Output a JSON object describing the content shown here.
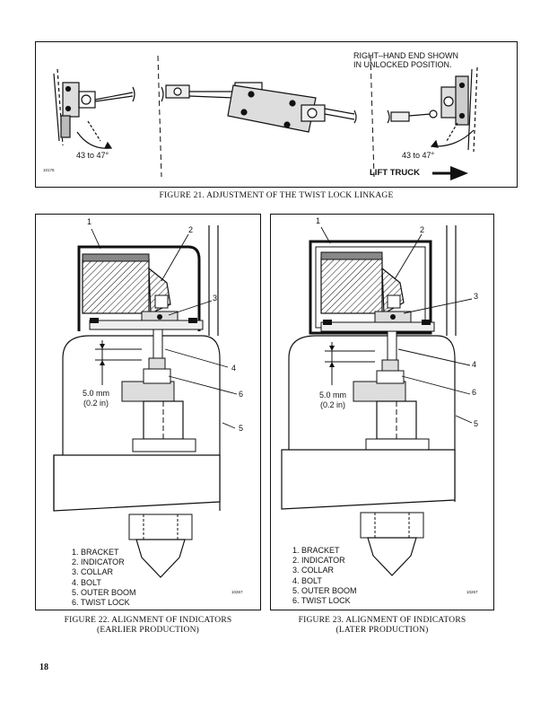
{
  "figure21": {
    "note_line1": "RIGHT–HAND END SHOWN",
    "note_line2": "IN UNLOCKED POSITION.",
    "angle_left": "43 to 47°",
    "angle_right": "43 to 47°",
    "direction_label": "LIFT TRUCK",
    "part_code": "10176",
    "caption": "FIGURE 21. ADJUSTMENT OF THE TWIST LOCK LINKAGE"
  },
  "figure22": {
    "callouts": [
      "1",
      "2",
      "3",
      "4",
      "5",
      "6"
    ],
    "dimension_mm": "5.0 mm",
    "dimension_in": "(0.2 in)",
    "legend": [
      "1. BRACKET",
      "2. INDICATOR",
      "3. COLLAR",
      "4. BOLT",
      "5. OUTER BOOM",
      "6. TWIST LOCK"
    ],
    "part_code": "10267",
    "caption_line1": "FIGURE 22. ALIGNMENT OF INDICATORS",
    "caption_line2": "(EARLIER PRODUCTION)"
  },
  "figure23": {
    "callouts": [
      "1",
      "2",
      "3",
      "4",
      "5",
      "6"
    ],
    "dimension_mm": "5.0 mm",
    "dimension_in": "(0.2 in)",
    "legend": [
      "1. BRACKET",
      "2. INDICATOR",
      "3. COLLAR",
      "4. BOLT",
      "5. OUTER BOOM",
      "6. TWIST LOCK"
    ],
    "part_code": "10267",
    "caption_line1": "FIGURE 23. ALIGNMENT OF INDICATORS",
    "caption_line2": "(LATER PRODUCTION)"
  },
  "page_number": "18"
}
